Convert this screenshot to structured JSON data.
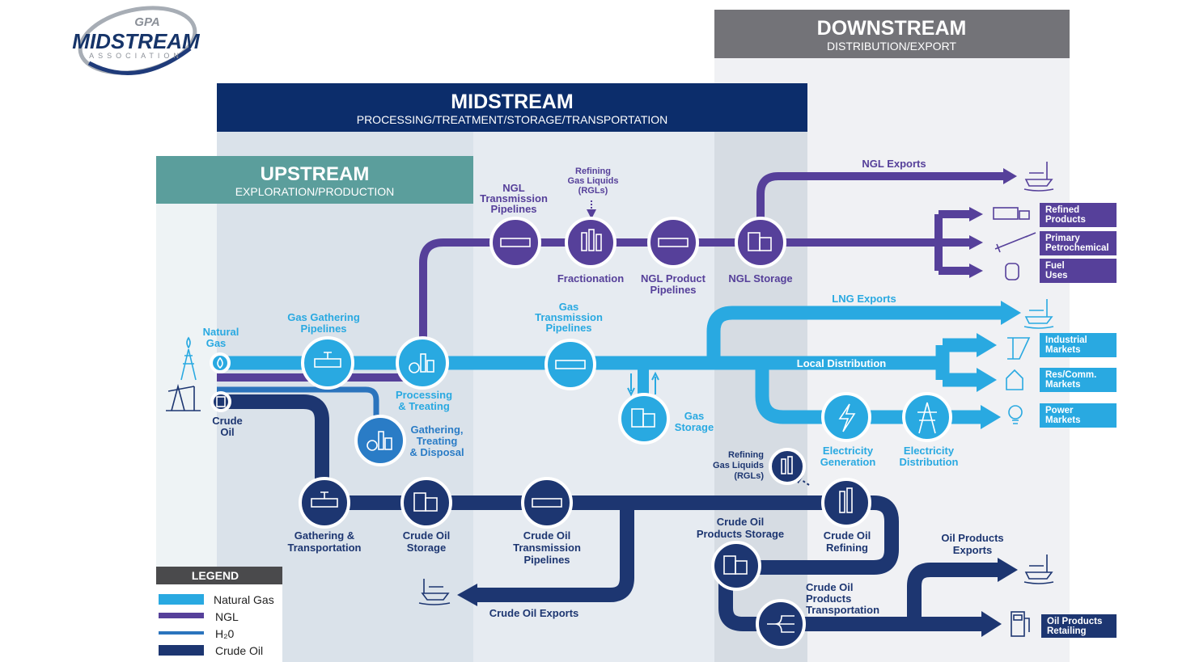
{
  "logo": {
    "top": "GPA",
    "main": "MIDSTREAM",
    "sub": "ASSOCIATION"
  },
  "headers": {
    "downstream": {
      "title": "DOWNSTREAM",
      "subtitle": "DISTRIBUTION/EXPORT"
    },
    "midstream": {
      "title": "MIDSTREAM",
      "subtitle": "PROCESSING/TREATMENT/STORAGE/TRANSPORTATION"
    },
    "upstream": {
      "title": "UPSTREAM",
      "subtitle": "EXPLORATION/PRODUCTION"
    }
  },
  "colors": {
    "natural_gas": "#29a9e1",
    "ngl": "#56409a",
    "h2o": "#2b74bd",
    "crude_oil": "#1d3671",
    "upstream": "#5b9e9c",
    "midstream": "#0c2d6b",
    "downstream": "#737378"
  },
  "sources": {
    "natural_gas": [
      "Natural",
      "Gas"
    ],
    "crude_oil": [
      "Crude",
      "Oil"
    ]
  },
  "nodes": {
    "gas_gathering": [
      "Gas Gathering",
      "Pipelines"
    ],
    "processing": [
      "Processing",
      "& Treating"
    ],
    "gathering_treating": [
      "Gathering,",
      "Treating",
      "& Disposal"
    ],
    "ngl_transmission": [
      "NGL",
      "Transmission",
      "Pipelines"
    ],
    "rgl_top": [
      "Refining",
      "Gas Liquids",
      "(RGLs)"
    ],
    "fractionation": [
      "Fractionation"
    ],
    "ngl_product": [
      "NGL Product",
      "Pipelines"
    ],
    "ngl_storage": [
      "NGL Storage"
    ],
    "gas_transmission": [
      "Gas",
      "Transmission",
      "Pipelines"
    ],
    "gas_storage": [
      "Gas",
      "Storage"
    ],
    "elec_generation": [
      "Electricity",
      "Generation"
    ],
    "elec_distribution": [
      "Electricity",
      "Distribution"
    ],
    "rgl_bottom": [
      "Refining",
      "Gas Liquids",
      "(RGLs)"
    ],
    "gathering_transport": [
      "Gathering &",
      "Transportation"
    ],
    "crude_storage": [
      "Crude Oil",
      "Storage"
    ],
    "crude_transmission": [
      "Crude Oil",
      "Transmission",
      "Pipelines"
    ],
    "crude_refining": [
      "Crude Oil",
      "Refining"
    ],
    "products_storage": [
      "Crude Oil",
      "Products Storage"
    ],
    "products_transport": [
      "Crude Oil",
      "Products",
      "Transportation"
    ]
  },
  "flows": {
    "ngl_exports": "NGL Exports",
    "lng_exports": "LNG Exports",
    "local_distribution": "Local Distribution",
    "crude_exports": "Crude Oil Exports",
    "oil_exports": [
      "Oil Products",
      "Exports"
    ]
  },
  "destinations": {
    "refined_products": [
      "Refined",
      "Products"
    ],
    "petrochemical": [
      "Primary",
      "Petrochemical"
    ],
    "fuel_uses": [
      "Fuel",
      "Uses"
    ],
    "industrial": [
      "Industrial",
      "Markets"
    ],
    "res_comm": [
      "Res/Comm.",
      "Markets"
    ],
    "power": [
      "Power",
      "Markets"
    ],
    "oil_retailing": [
      "Oil Products",
      "Retailing"
    ]
  },
  "legend": {
    "title": "LEGEND",
    "items": [
      {
        "label": "Natural Gas",
        "color": "#29a9e1"
      },
      {
        "label": "NGL",
        "color": "#56409a"
      },
      {
        "label": "H₂0",
        "color": "#2b74bd"
      },
      {
        "label": "Crude Oil",
        "color": "#1d3671"
      }
    ]
  }
}
